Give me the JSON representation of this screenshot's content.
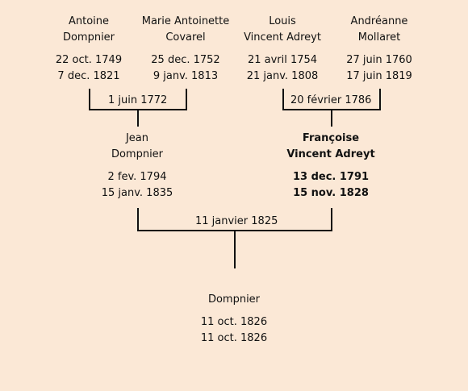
{
  "grandparents": [
    {
      "first": "Antoine",
      "last": "Dompnier",
      "birth": "22 oct. 1749",
      "death": "7 dec. 1821"
    },
    {
      "first": "Marie Antoinette",
      "last": "Covarel",
      "birth": "25 dec. 1752",
      "death": "9 janv. 1813"
    },
    {
      "first": "Louis",
      "last": "Vincent Adreyt",
      "birth": "21 avril 1754",
      "death": "21 janv. 1808"
    },
    {
      "first": "Andréanne",
      "last": "Mollaret",
      "birth": "27 juin 1760",
      "death": "17 juin 1819"
    }
  ],
  "marriages": {
    "paternal": "1 juin 1772",
    "maternal": "20 février 1786",
    "parents": "11 janvier 1825"
  },
  "parents": [
    {
      "first": "Jean",
      "last": "Dompnier",
      "birth": "2 fev. 1794",
      "death": "15 janv. 1835"
    },
    {
      "first": "Françoise",
      "last": "Vincent Adreyt",
      "birth": "13 dec. 1791",
      "death": "15 nov. 1828"
    }
  ],
  "child": {
    "first": "",
    "last": "Dompnier",
    "birth": "11 oct. 1826",
    "death": "11 oct. 1826"
  }
}
